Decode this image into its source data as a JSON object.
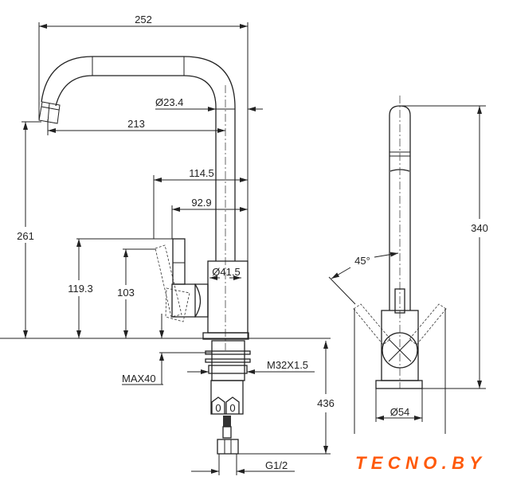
{
  "title": "Faucet technical drawing",
  "dimensions": {
    "overall_reach": "252",
    "spout_diameter": "Ø23.4",
    "spout_reach": "213",
    "lever_reach": "114.5",
    "handle_reach": "92.9",
    "spout_height": "261",
    "lever_height": "119.3",
    "handle_height": "103",
    "body_diameter": "Ø41.5",
    "max_deck": "MAX40",
    "thread": "M32X1.5",
    "hose_length": "436",
    "hose_thread": "G1/2",
    "total_height": "340",
    "lever_angle": "45°",
    "base_diameter": "Ø54",
    "nut_mark_1": "0",
    "nut_mark_2": "0"
  },
  "logo": {
    "text": "TECNO.BY",
    "color": "#ff5a0a"
  }
}
